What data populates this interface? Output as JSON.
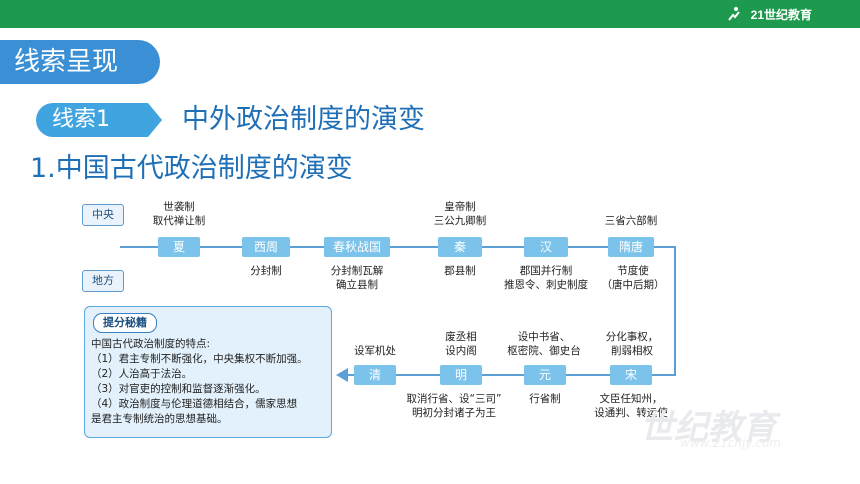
{
  "brand": {
    "logo_text": "21世纪教育"
  },
  "header": {
    "title": "线索呈现"
  },
  "clue": {
    "badge": "线索1",
    "title": "中外政治制度的演变"
  },
  "section": {
    "title": "1.中国古代政治制度的演变"
  },
  "labels": {
    "central": "中央",
    "local": "地方"
  },
  "top_row": [
    {
      "name": "夏",
      "central": [
        "世袭制",
        "取代禅让制"
      ],
      "local": []
    },
    {
      "name": "西周",
      "central": [],
      "local": [
        "分封制"
      ]
    },
    {
      "name": "春秋战国",
      "central": [],
      "local": [
        "分封制瓦解",
        "确立县制"
      ]
    },
    {
      "name": "秦",
      "central": [
        "皇帝制",
        "三公九卿制"
      ],
      "local": [
        "郡县制"
      ]
    },
    {
      "name": "汉",
      "central": [],
      "local": [
        "郡国并行制",
        "推恩令、刺史制度"
      ]
    },
    {
      "name": "隋唐",
      "central": [
        "三省六部制"
      ],
      "local": [
        "节度使",
        "（唐中后期）"
      ]
    }
  ],
  "bottom_row": [
    {
      "name": "宋",
      "central": [
        "分化事权，",
        "削弱相权"
      ],
      "local": [
        "文臣任知州，",
        "设通判、转运使"
      ]
    },
    {
      "name": "元",
      "central": [
        "设中书省、",
        "枢密院、御史台"
      ],
      "local": [
        "行省制"
      ]
    },
    {
      "name": "明",
      "central": [
        "废丞相",
        "设内阁"
      ],
      "local": [
        "取消行省、设“三司”",
        "明初分封诸子为王"
      ]
    },
    {
      "name": "清",
      "central": [
        "设军机处"
      ],
      "local": []
    }
  ],
  "tips": {
    "title": "提分秘籍",
    "lines": [
      "中国古代政治制度的特点:",
      "（1）君主专制不断强化，中央集权不断加强。",
      "（2）人治高于法治。",
      "（3）对官吏的控制和监督逐渐强化。",
      "（4）政治制度与伦理道德相结合，儒家思想",
      "是君主专制统治的思想基础。"
    ]
  },
  "watermark": {
    "main": "世纪教育",
    "sub": "www.21cnjy.com"
  },
  "colors": {
    "topbar": "#1e9a4e",
    "accent": "#3b8fd4",
    "node": "#7cc3eb",
    "title": "#1f6fb7"
  }
}
